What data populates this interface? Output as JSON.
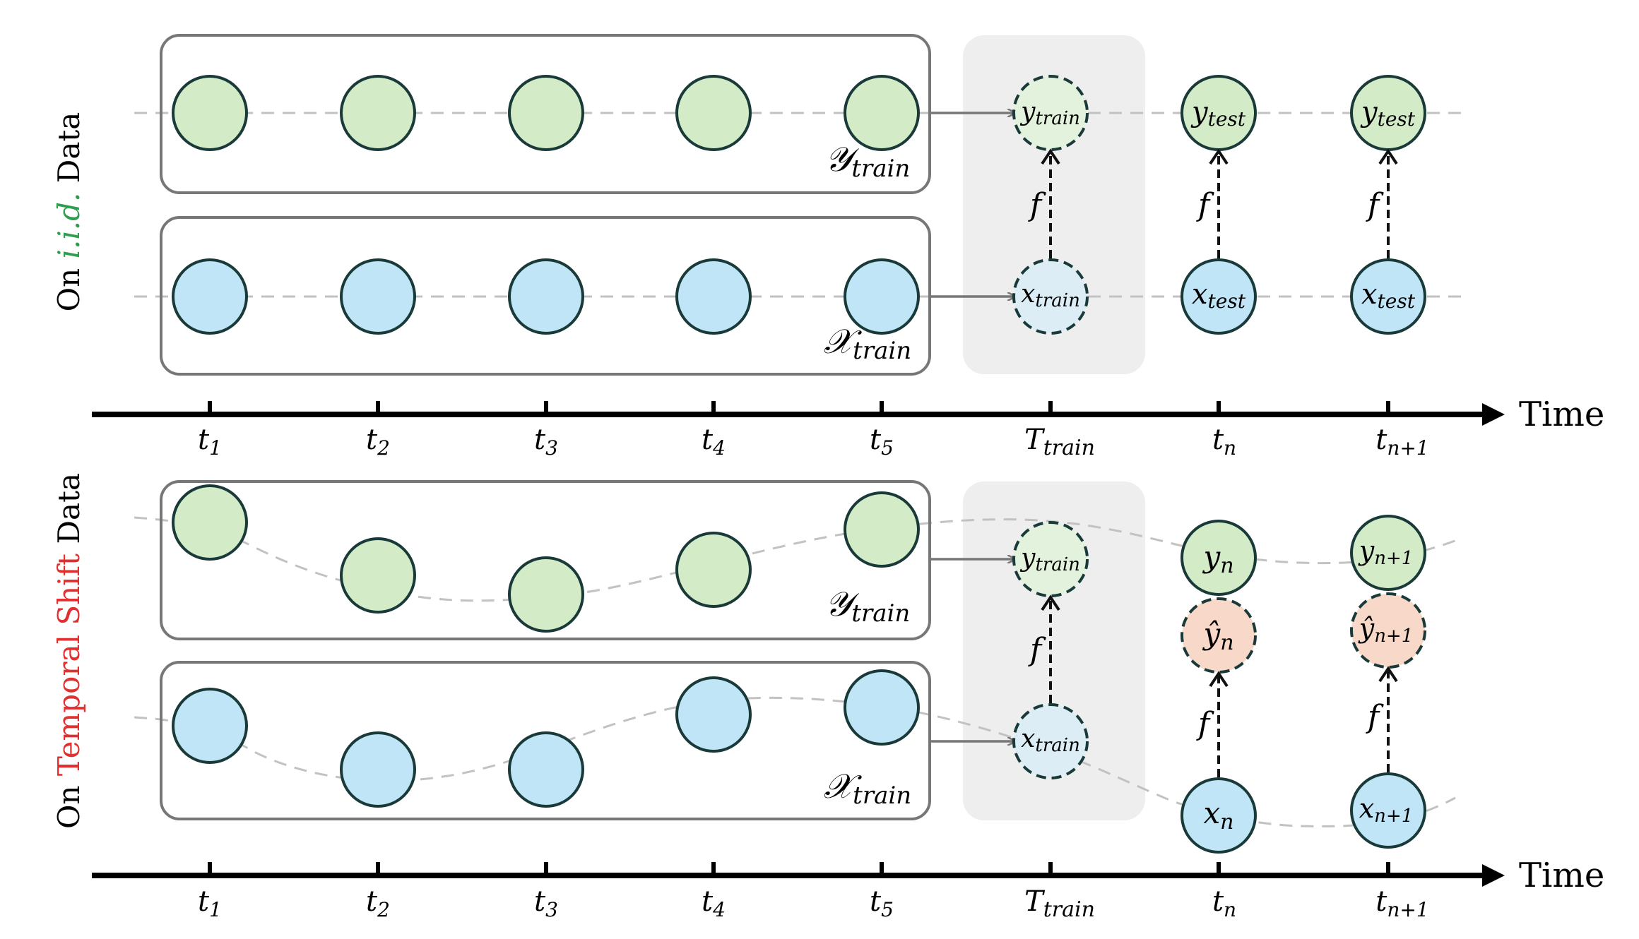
{
  "colors": {
    "green_fill": "#d3ecc7",
    "blue_fill": "#bfe5f6",
    "pink_fill": "#f8d8c8",
    "train_bg": "#eeeeee",
    "iid_accent": "#2e9e4f",
    "shift_accent": "#e03030"
  },
  "panels": [
    {
      "label": {
        "prefix": "On ",
        "highlight": "i.i.d.",
        "suffix": " Data"
      },
      "y_set": {
        "base": "𝒴",
        "sub": "train"
      },
      "x_set": {
        "base": "𝒳",
        "sub": "train"
      },
      "train_y": {
        "base": "y",
        "sub": "train"
      },
      "train_x": {
        "base": "x",
        "sub": "train"
      },
      "f": "f",
      "tn_y": {
        "base": "y",
        "sub": "test"
      },
      "tn_x": {
        "base": "x",
        "sub": "test"
      },
      "tn1_y": {
        "base": "y",
        "sub": "test"
      },
      "tn1_x": {
        "base": "x",
        "sub": "test"
      },
      "time": "Time",
      "ticks": [
        {
          "base": "t",
          "sub": "1"
        },
        {
          "base": "t",
          "sub": "2"
        },
        {
          "base": "t",
          "sub": "3"
        },
        {
          "base": "t",
          "sub": "4"
        },
        {
          "base": "t",
          "sub": "5"
        },
        {
          "base": "T",
          "sub": "train"
        },
        {
          "base": "t",
          "sub": "n"
        },
        {
          "base": "t",
          "sub": "n+1"
        }
      ]
    },
    {
      "label": {
        "prefix": "On ",
        "highlight": "Temporal Shift",
        "suffix": " Data"
      },
      "y_set": {
        "base": "𝒴",
        "sub": "train"
      },
      "x_set": {
        "base": "𝒳",
        "sub": "train"
      },
      "train_y": {
        "base": "y",
        "sub": "train"
      },
      "train_x": {
        "base": "x",
        "sub": "train"
      },
      "f": "f",
      "tn_y": {
        "base": "y",
        "sub": "n"
      },
      "tn_yhat": {
        "base": "ŷ",
        "sub": "n"
      },
      "tn_x": {
        "base": "x",
        "sub": "n"
      },
      "tn1_y": {
        "base": "y",
        "sub": "n+1"
      },
      "tn1_yhat": {
        "base": "ŷ",
        "sub": "n+1"
      },
      "tn1_x": {
        "base": "x",
        "sub": "n+1"
      },
      "time": "Time",
      "ticks": [
        {
          "base": "t",
          "sub": "1"
        },
        {
          "base": "t",
          "sub": "2"
        },
        {
          "base": "t",
          "sub": "3"
        },
        {
          "base": "t",
          "sub": "4"
        },
        {
          "base": "t",
          "sub": "5"
        },
        {
          "base": "T",
          "sub": "train"
        },
        {
          "base": "t",
          "sub": "n"
        },
        {
          "base": "t",
          "sub": "n+1"
        }
      ]
    }
  ]
}
